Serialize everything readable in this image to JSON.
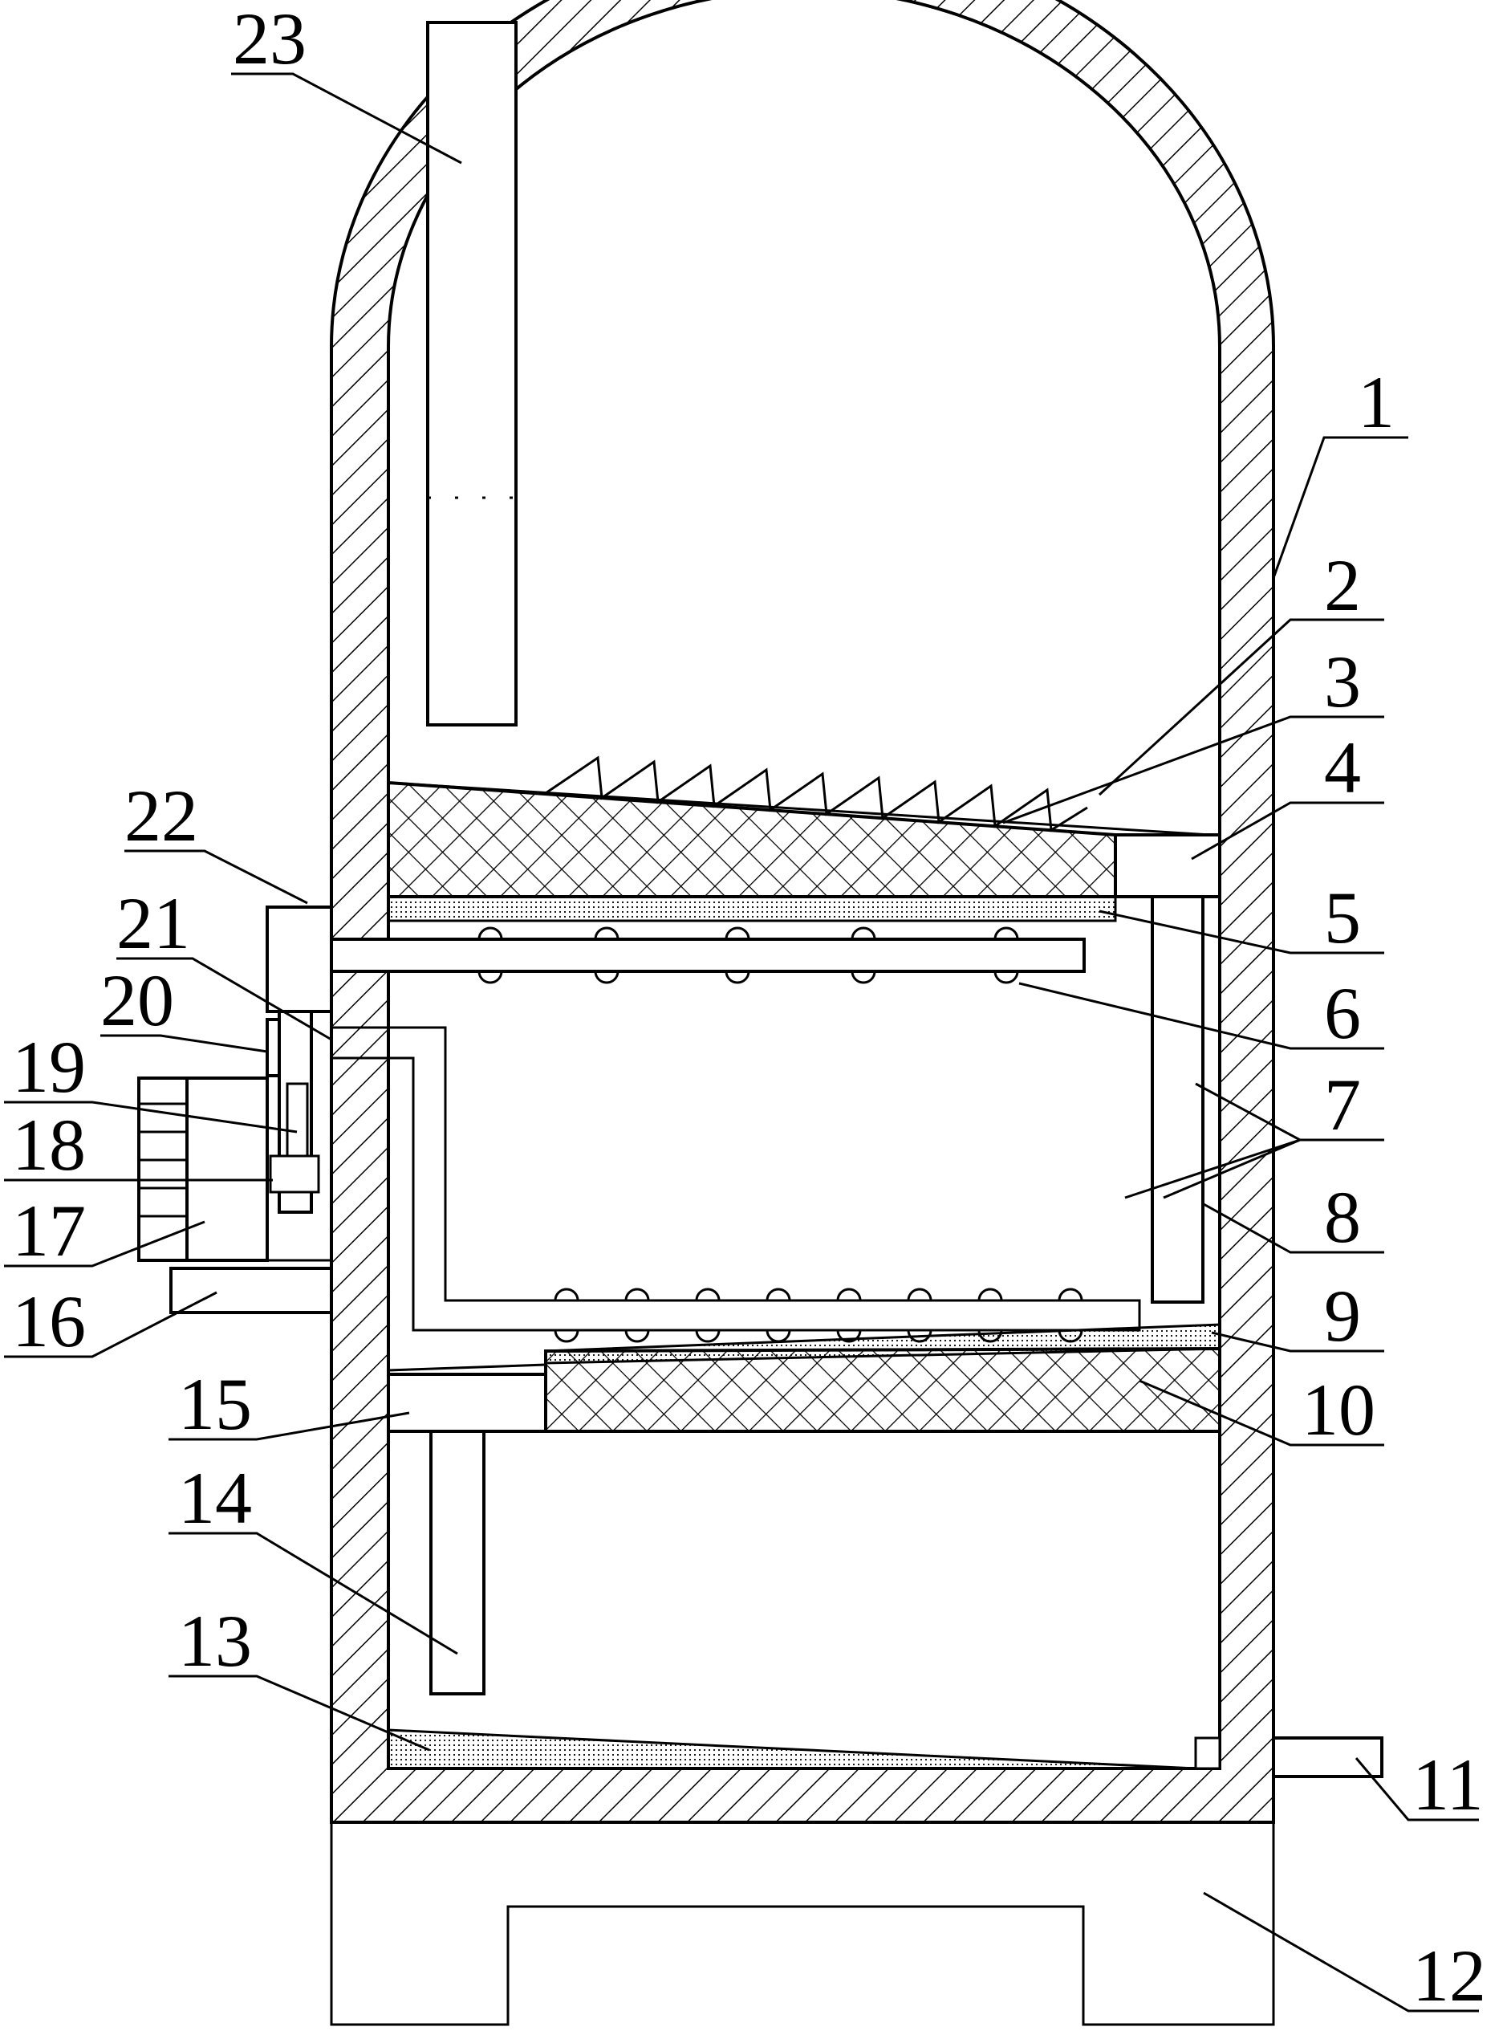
{
  "figure": {
    "labels": [
      {
        "id": "l1",
        "text": "1"
      },
      {
        "id": "l2",
        "text": "2"
      },
      {
        "id": "l3",
        "text": "3"
      },
      {
        "id": "l4",
        "text": "4"
      },
      {
        "id": "l5",
        "text": "5"
      },
      {
        "id": "l6",
        "text": "6"
      },
      {
        "id": "l7",
        "text": "7"
      },
      {
        "id": "l8",
        "text": "8"
      },
      {
        "id": "l9",
        "text": "9"
      },
      {
        "id": "l10",
        "text": "10"
      },
      {
        "id": "l11",
        "text": "11"
      },
      {
        "id": "l12",
        "text": "12"
      },
      {
        "id": "l13",
        "text": "13"
      },
      {
        "id": "l14",
        "text": "14"
      },
      {
        "id": "l15",
        "text": "15"
      },
      {
        "id": "l16",
        "text": "16"
      },
      {
        "id": "l17",
        "text": "17"
      },
      {
        "id": "l18",
        "text": "18"
      },
      {
        "id": "l19",
        "text": "19"
      },
      {
        "id": "l20",
        "text": "20"
      },
      {
        "id": "l21",
        "text": "21"
      },
      {
        "id": "l22",
        "text": "22"
      },
      {
        "id": "l23",
        "text": "23"
      }
    ]
  }
}
